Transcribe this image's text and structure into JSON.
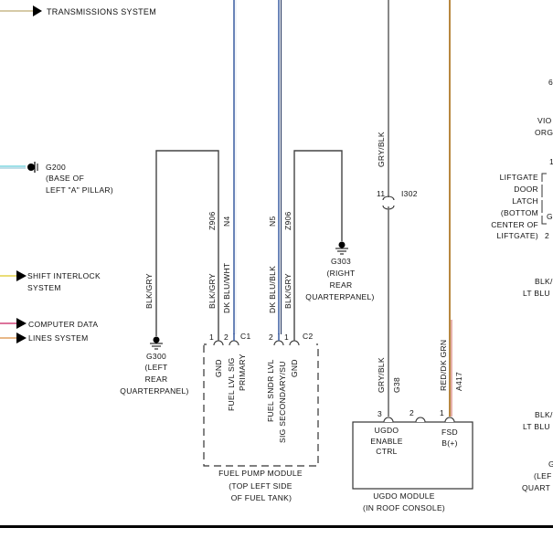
{
  "diagram": {
    "colors": {
      "tan_wire": "#c8b98a",
      "cyan_wire": "#7fd6e0",
      "yellow_wire": "#e3d24a",
      "magenta_wire": "#d0457a",
      "orange_wire": "#e0a060",
      "blue_wire": "#2a4f9a",
      "gray_wire": "#777777",
      "brown_wire": "#b07a2a",
      "red_wire": "#c0392b"
    },
    "left_references": {
      "transmissions": "TRANSMISSIONS SYSTEM",
      "shift_interlock_line1": "SHIFT INTERLOCK",
      "shift_interlock_line2": "SYSTEM",
      "computer_data_line1": "COMPUTER DATA",
      "computer_data_line2": "LINES SYSTEM"
    },
    "grounds": {
      "g200": {
        "id": "G200",
        "line1": "(BASE OF",
        "line2": "LEFT \"A\" PILLAR)"
      },
      "g300": {
        "id": "G300",
        "line1": "(LEFT",
        "line2": "REAR",
        "line3": "QUARTERPANEL)"
      },
      "g303": {
        "id": "G303",
        "line1": "(RIGHT",
        "line2": "REAR",
        "line3": "QUARTERPANEL)"
      }
    },
    "wires": {
      "g300_color": "BLK/GRY",
      "c1_pin1_circuit": "Z906",
      "c1_pin1_color": "BLK/GRY",
      "c1_pin2_circuit": "N4",
      "c1_pin2_color": "DK BLU/WHT",
      "c2_pin2_circuit": "N5",
      "c2_pin2_color": "DK BLU/BLK",
      "c2_pin1_circuit": "Z906",
      "c2_pin1_color": "BLK/GRY",
      "ugdo_upper_color": "GRY/BLK",
      "ugdo_lower_color": "GRY/BLK",
      "ugdo_circuit": "G38",
      "fsd_color": "RED/DK GRN",
      "fsd_circuit": "A417"
    },
    "inline_connector": {
      "pin": "11",
      "id": "I302"
    },
    "fuel_pump_module": {
      "c1_label": "C1",
      "c2_label": "C2",
      "c1_pin1": "1",
      "c1_pin2": "2",
      "c2_pin2": "2",
      "c2_pin1": "1",
      "pin_gnd_left": "GND",
      "pin_fuel_lvl_line1": "FUEL LVL SIG",
      "pin_fuel_lvl_line2": "PRIMARY",
      "pin_sndr_line1": "FUEL SNDR LVL",
      "pin_sndr_line2": "SIG SECONDARY/SU",
      "pin_gnd_right": "GND",
      "title_line1": "FUEL PUMP MODULE",
      "title_line2": "(TOP LEFT SIDE",
      "title_line3": "OF FUEL TANK)"
    },
    "ugdo_module": {
      "pin3": "3",
      "pin2": "2",
      "pin1": "1",
      "enable_line1": "UGDO",
      "enable_line2": "ENABLE",
      "enable_line3": "CTRL",
      "fsd_line1": "FSD",
      "fsd_line2": "B(+)",
      "title_line1": "UGDO MODULE",
      "title_line2": "(IN ROOF CONSOLE)"
    },
    "right_edge": {
      "pin_6": "6",
      "vio_partial": "VIO",
      "org_partial": "ORG",
      "pin_1": "1",
      "liftgate_line1": "LIFTGATE",
      "liftgate_line2": "DOOR",
      "liftgate_line3": "LATCH",
      "liftgate_line4": "(BOTTOM",
      "liftgate_line5": "CENTER OF",
      "liftgate_line6": "LIFTGATE)",
      "pin_2": "2",
      "pin_g_partial": "G",
      "blk_partial_1": "BLK/",
      "ltblu_partial_1": "LT BLU",
      "blk_partial_2": "BLK/",
      "ltblu_partial_2": "LT BLU",
      "g_partial": "G",
      "lef_partial": "(LEF",
      "quart_partial": "QUART"
    }
  }
}
